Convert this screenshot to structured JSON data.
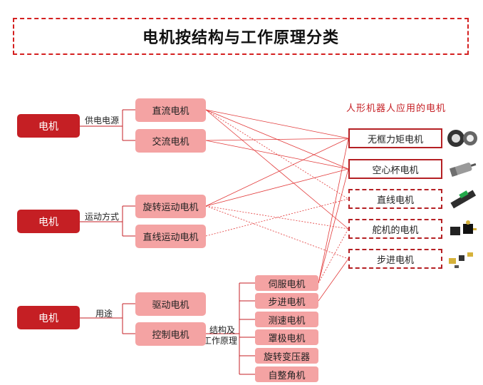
{
  "title": "电机按结构与工作原理分类",
  "roots": [
    {
      "id": "root1",
      "label": "电机"
    },
    {
      "id": "root2",
      "label": "电机"
    },
    {
      "id": "root3",
      "label": "电机"
    }
  ],
  "edge_labels": {
    "supply": "供电电源",
    "motion": "运动方式",
    "usage": "用途",
    "structure_1": "结构及",
    "structure_2": "工作原理"
  },
  "categories": {
    "dc": "直流电机",
    "ac": "交流电机",
    "rotary": "旋转运动电机",
    "linear": "直线运动电机",
    "drive": "驱动电机",
    "control": "控制电机"
  },
  "control_types": [
    "伺服电机",
    "步进电机",
    "测速电机",
    "罩极电机",
    "旋转变压器",
    "自整角机"
  ],
  "humanoid": {
    "title": "人形机器人应用的电机",
    "items": [
      "无框力矩电机",
      "空心杯电机",
      "直线电机",
      "舵机的电机",
      "步进电机"
    ]
  },
  "colors": {
    "root": "#c51f24",
    "category": "#f4a3a3",
    "line": "#e23a3a",
    "frame": "#b52024"
  }
}
